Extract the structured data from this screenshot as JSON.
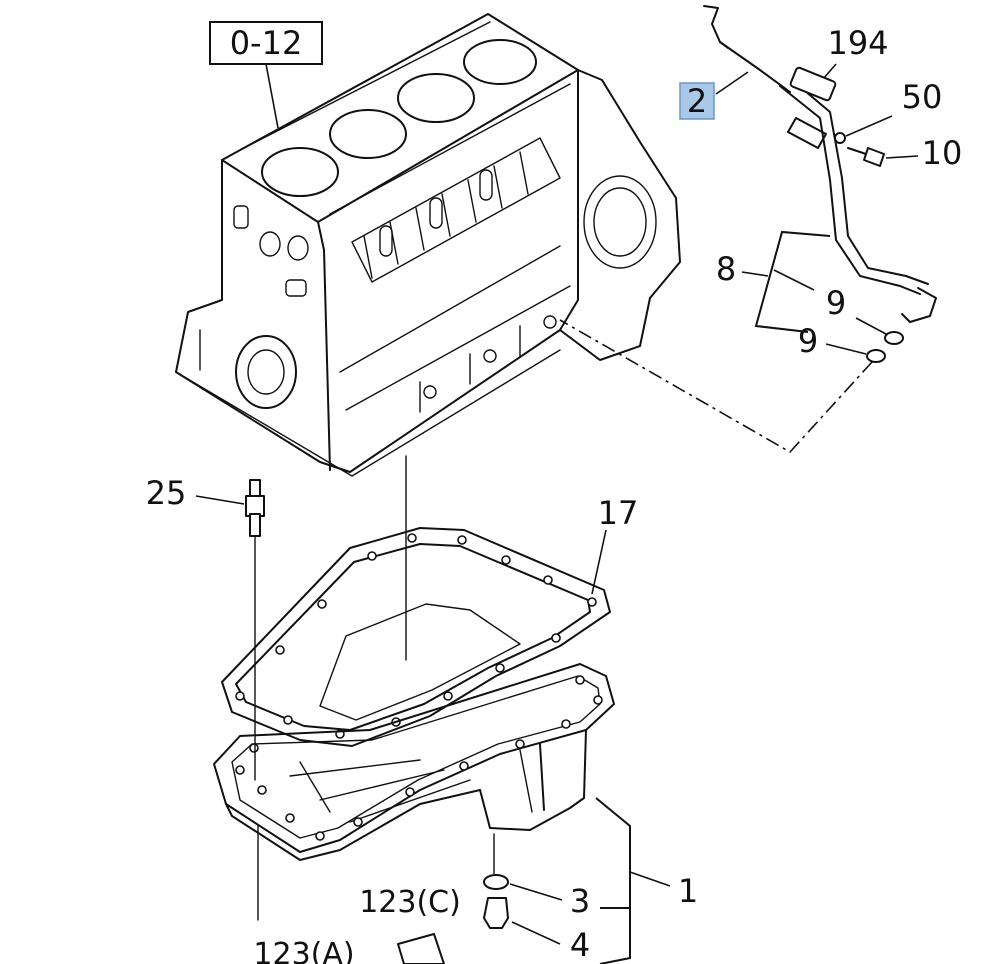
{
  "reference_box": {
    "label": "0-12"
  },
  "highlight_color": "#a9c8e8",
  "callouts": {
    "dipstick": "2",
    "clip": "194",
    "washer": "50",
    "bolt": "10",
    "guide_tube_group": "8",
    "seal_upper": "9",
    "seal_lower": "9",
    "drain_plug_sensor": "25",
    "gasket": "17",
    "oil_pan_assy": "1",
    "drain_washer": "3",
    "drain_plug": "4",
    "bolt_group_c": "123(C)",
    "bolt_group_a": "123(A)"
  }
}
